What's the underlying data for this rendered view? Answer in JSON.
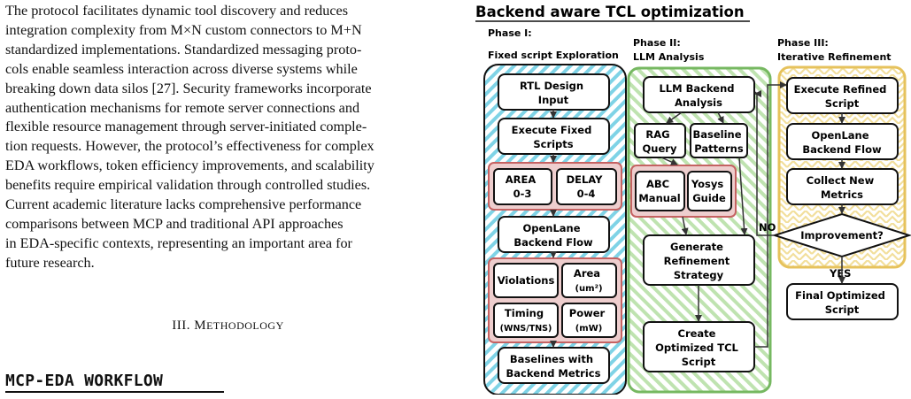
{
  "paragraph": {
    "lines": [
      "The protocol facilitates dynamic tool discovery and reduces",
      "integration complexity from M×N custom connectors to M+N",
      "standardized implementations. Standardized messaging proto-",
      "cols enable seamless interaction across diverse systems while",
      "breaking down data silos [27]. Security frameworks incorporate",
      "authentication mechanisms for remote server connections and",
      "flexible resource management through server-initiated comple-",
      "tion requests. However, the protocol’s effectiveness for complex",
      "EDA workflows, token efficiency improvements, and scalability",
      "benefits require empirical validation through controlled studies.",
      "Current academic literature lacks comprehensive performance",
      "comparisons between MCP and traditional API approaches",
      "in EDA-specific contexts, representing an important area for",
      "future research."
    ]
  },
  "section": {
    "number": "III.",
    "first": "M",
    "rest": "ETHODOLOGY"
  },
  "next_figure_title": "MCP-EDA WORKFLOW",
  "figure": {
    "title": "Backend aware TCL optimization",
    "phase1": {
      "label_line1": "Phase I:",
      "label_line2": "Fixed script Exploration",
      "rtl_line1": "RTL Design",
      "rtl_line2": "Input",
      "exec_line1": "Execute Fixed",
      "exec_line2": "Scripts",
      "area_line1": "AREA",
      "area_line2": "0-3",
      "delay_line1": "DELAY",
      "delay_line2": "0-4",
      "openlane_line1": "OpenLane",
      "openlane_line2": "Backend Flow",
      "violations": "Violations",
      "areaum_line1": "Area",
      "areaum_line2": "(um²)",
      "timing_line1": "Timing",
      "timing_line2": "(WNS/TNS)",
      "power_line1": "Power",
      "power_line2": "(mW)",
      "baselines_line1": "Baselines with",
      "baselines_line2": "Backend Metrics"
    },
    "phase2": {
      "label_line1": "Phase II:",
      "label_line2": "LLM Analysis",
      "llm_line1": "LLM Backend",
      "llm_line2": "Analysis",
      "rag_line1": "RAG",
      "rag_line2": "Query",
      "baseline_line1": "Baseline",
      "baseline_line2": "Patterns",
      "abc_line1": "ABC",
      "abc_line2": "Manual",
      "yosys_line1": "Yosys",
      "yosys_line2": "Guide",
      "generate_line1": "Generate",
      "generate_line2": "Refinement",
      "generate_line3": "Strategy",
      "create_line1": "Create",
      "create_line2": "Optimized TCL",
      "create_line3": "Script"
    },
    "phase3": {
      "label_line1": "Phase III:",
      "label_line2": "Iterative Refinement",
      "exec_line1": "Execute Refined",
      "exec_line2": "Script",
      "openlane_line1": "OpenLane",
      "openlane_line2": "Backend Flow",
      "collect_line1": "Collect New",
      "collect_line2": "Metrics",
      "improvement": "Improvement?",
      "no_label": "NO",
      "yes_label": "YES",
      "final_line1": "Final Optimized",
      "final_line2": "Script"
    },
    "colors": {
      "phase1_hatch": "#7fd3e6",
      "phase2_hatch": "#bfe3b0",
      "phase2_border": "#76b861",
      "phase3_hatch": "#f2df9c",
      "phase3_border": "#e6c25c",
      "group_fill": "#eecece",
      "group_border": "#c56262"
    }
  }
}
